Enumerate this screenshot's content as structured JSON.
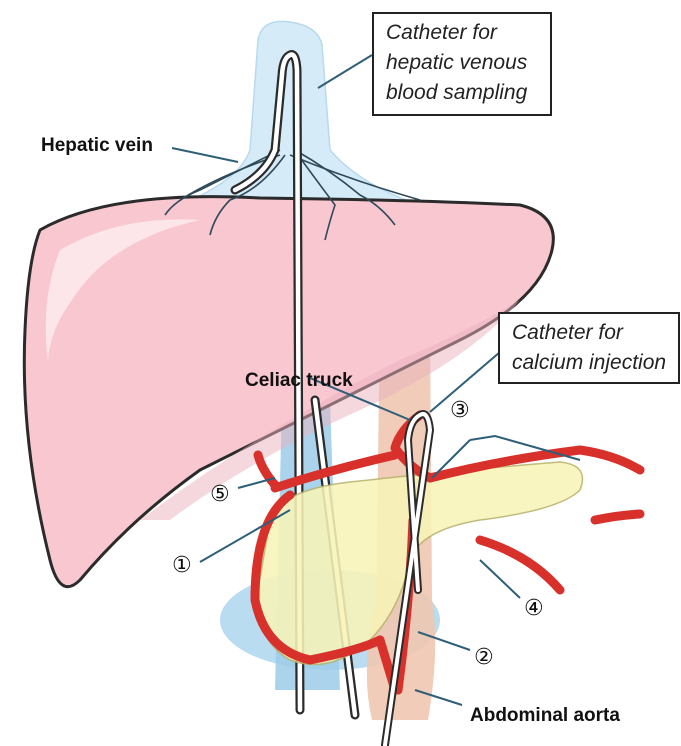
{
  "labels": {
    "catheter_hepatic": [
      "Catheter for",
      "hepatic venous",
      "blood sampling"
    ],
    "catheter_calcium": [
      "Catheter for",
      "calcium injection"
    ],
    "hepatic_vein": "Hepatic vein",
    "celiac_truck": "Celiac truck",
    "abdominal_aorta": "Abdominal aorta",
    "num1": "①",
    "num2": "②",
    "num3": "③",
    "num4": "④",
    "num5": "⑤"
  },
  "colors": {
    "liver": "#f7c6cf",
    "artery": "#d8312c",
    "pancreas": "#f7f3b4",
    "vein": "#cfe6f5",
    "aorta": "#efc3a8"
  }
}
